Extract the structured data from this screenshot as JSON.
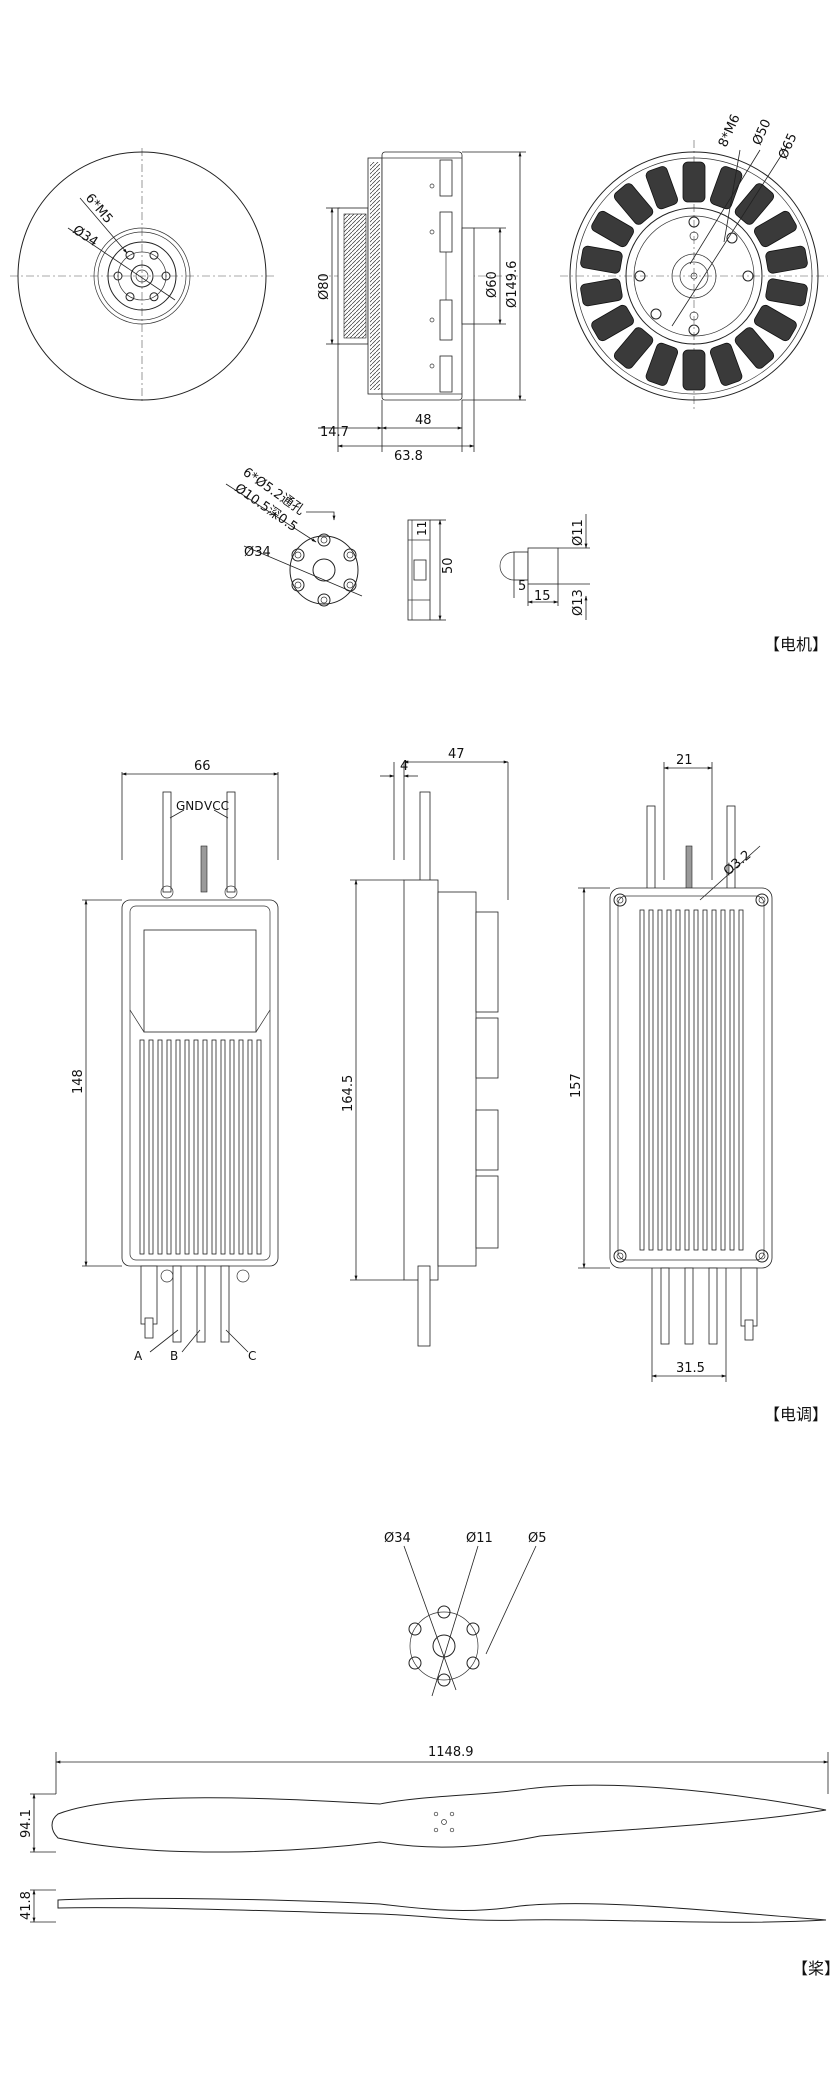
{
  "motor": {
    "label": "【电机】",
    "front": {
      "d_hub": "Ø34",
      "holes": "6*M5"
    },
    "side": {
      "d_stator": "Ø80",
      "d_shaft_housing": "Ø60",
      "d_outer": "Ø149.6",
      "w_rotor": "48",
      "w_shaft": "14.7",
      "w_total": "63.8"
    },
    "rear": {
      "holes": "8*M6",
      "d_inner": "Ø50",
      "d_pcd": "Ø65"
    },
    "adapter": {
      "holes": "6*Ø5.2通孔",
      "counterbore": "Ø10.5深0.5",
      "d_pcd": "Ø34",
      "thickness": "11",
      "length": "50"
    },
    "shaft": {
      "d1": "Ø11",
      "d2": "Ø13",
      "len1": "5",
      "len2": "15"
    }
  },
  "esc": {
    "label": "【电调】",
    "front": {
      "width": "66",
      "height": "148",
      "gnd": "GND",
      "vcc": "VCC",
      "phase_a": "A",
      "phase_b": "B",
      "phase_c": "C"
    },
    "side": {
      "step": "4",
      "depth": "47",
      "height": "164.5"
    },
    "back": {
      "hole_spacing_top": "21",
      "hole_d": "Ø3.2",
      "height": "157",
      "hole_spacing_bottom": "31.5"
    }
  },
  "propeller": {
    "label": "【桨】",
    "hub": {
      "d_pcd": "Ø34",
      "d_center": "Ø11",
      "d_hole": "Ø5"
    },
    "length": "1148.9",
    "chord": "94.1",
    "thickness": "41.8"
  }
}
